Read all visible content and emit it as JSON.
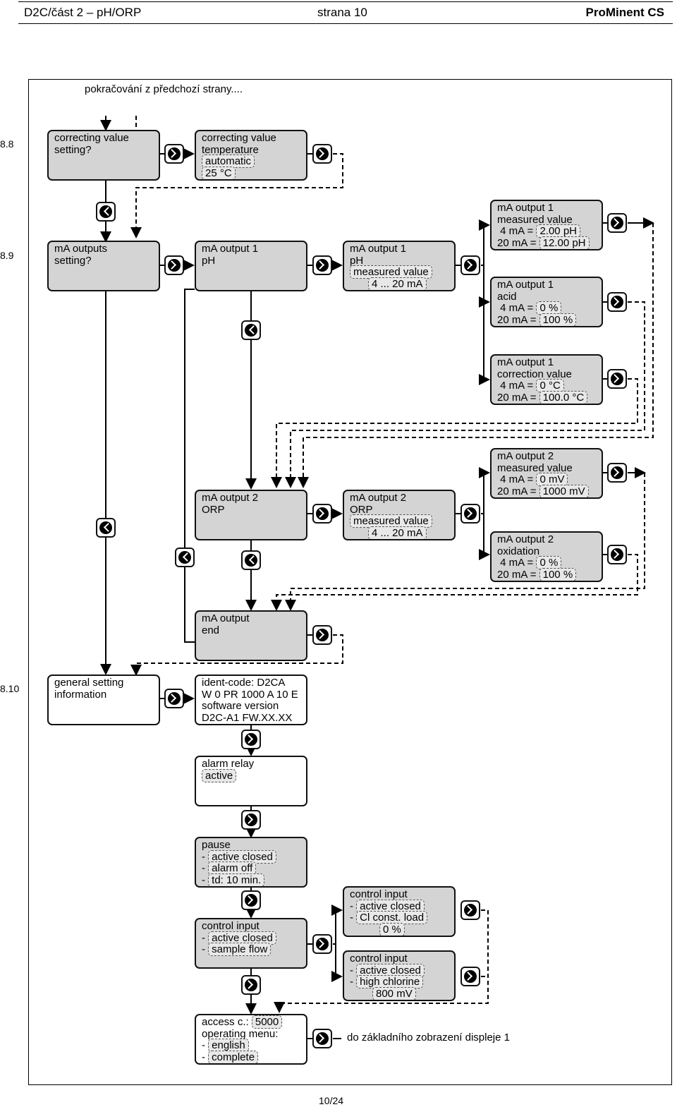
{
  "header": {
    "left": "D2C/část 2 – pH/ORP",
    "center": "strana 10",
    "right": "ProMinent CS"
  },
  "intro": "pokračování z předchozí strany....",
  "sections": [
    "8.8",
    "8.9",
    "8.10"
  ],
  "boxes": {
    "b1": [
      "correcting value",
      "setting?"
    ],
    "b2": [
      "correcting value",
      "temperature",
      "automatic",
      "25 °C"
    ],
    "b3": [
      "mA outputs",
      "setting?"
    ],
    "b4": [
      "mA output 1",
      "pH"
    ],
    "b5": [
      "mA output 1",
      "pH",
      "measured value",
      "4 ... 20 mA"
    ],
    "b6": [
      "mA output 1",
      "measured value",
      "4 mA =",
      "2.00 pH",
      "20 mA =",
      "12.00 pH"
    ],
    "b7": [
      "mA output 1",
      "acid",
      "4 mA =",
      "0 %",
      "20 mA =",
      "100 %"
    ],
    "b8": [
      "mA output 1",
      "correction value",
      "4 mA =",
      "0 °C",
      "20 mA =",
      "100.0 °C"
    ],
    "b9": [
      "mA output 2",
      "ORP"
    ],
    "b10": [
      "mA output 2",
      "ORP",
      "measured value",
      "4 ... 20 mA"
    ],
    "b11": [
      "mA output 2",
      "measured value",
      "4 mA =",
      "0 mV",
      "20 mA =",
      "1000 mV"
    ],
    "b12": [
      "mA output 2",
      "oxidation",
      "4 mA =",
      "0 %",
      "20 mA =",
      "100 %"
    ],
    "b13": [
      "mA output",
      "end"
    ],
    "b14": [
      "general setting",
      "information"
    ],
    "b15": [
      "ident-code: D2CA",
      "W 0 PR 1000 A 10 E",
      "software version",
      "D2C-A1 FW.XX.XX"
    ],
    "b16": [
      "alarm relay",
      "active"
    ],
    "b17": [
      "pause",
      "-",
      "active closed",
      "-",
      "alarm off",
      "-",
      "td: 10 min."
    ],
    "b18": [
      "control input",
      "-",
      "active closed",
      "-",
      "sample flow"
    ],
    "b19": [
      "control input",
      "-",
      "active closed",
      "-",
      "Cl const. load",
      "0 %"
    ],
    "b20": [
      "control input",
      "-",
      "active closed",
      "-",
      "high chlorine",
      "800 mV"
    ],
    "b21": [
      "access c.:",
      "5000",
      "operating menu:",
      "-",
      "english",
      "-",
      "complete"
    ]
  },
  "final_note": "do základního zobrazení displeje 1",
  "footer": "10/24",
  "icons": {
    "enter": "enter-key-icon",
    "cycle": "cycle-key-icon"
  }
}
